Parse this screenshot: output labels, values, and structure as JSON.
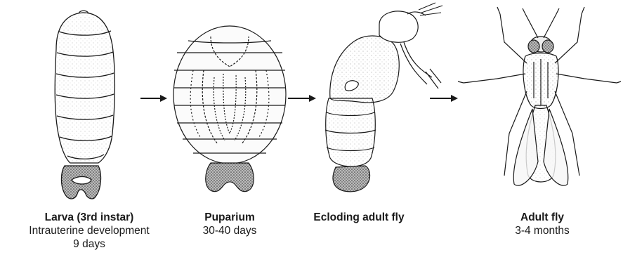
{
  "stages": [
    {
      "id": "larva",
      "title": "Larva (3rd instar)",
      "lines": [
        "Intrauterine development",
        "9 days"
      ]
    },
    {
      "id": "puparium",
      "title": "Puparium",
      "lines": [
        "30-40 days"
      ]
    },
    {
      "id": "ecloding",
      "title": "Ecloding adult fly",
      "lines": []
    },
    {
      "id": "adult",
      "title": "Adult fly",
      "lines": [
        "3-4 months"
      ]
    }
  ],
  "arrows": 3,
  "colors": {
    "ink": "#1a1a1a",
    "stipple": "#555555",
    "background": "#ffffff"
  }
}
